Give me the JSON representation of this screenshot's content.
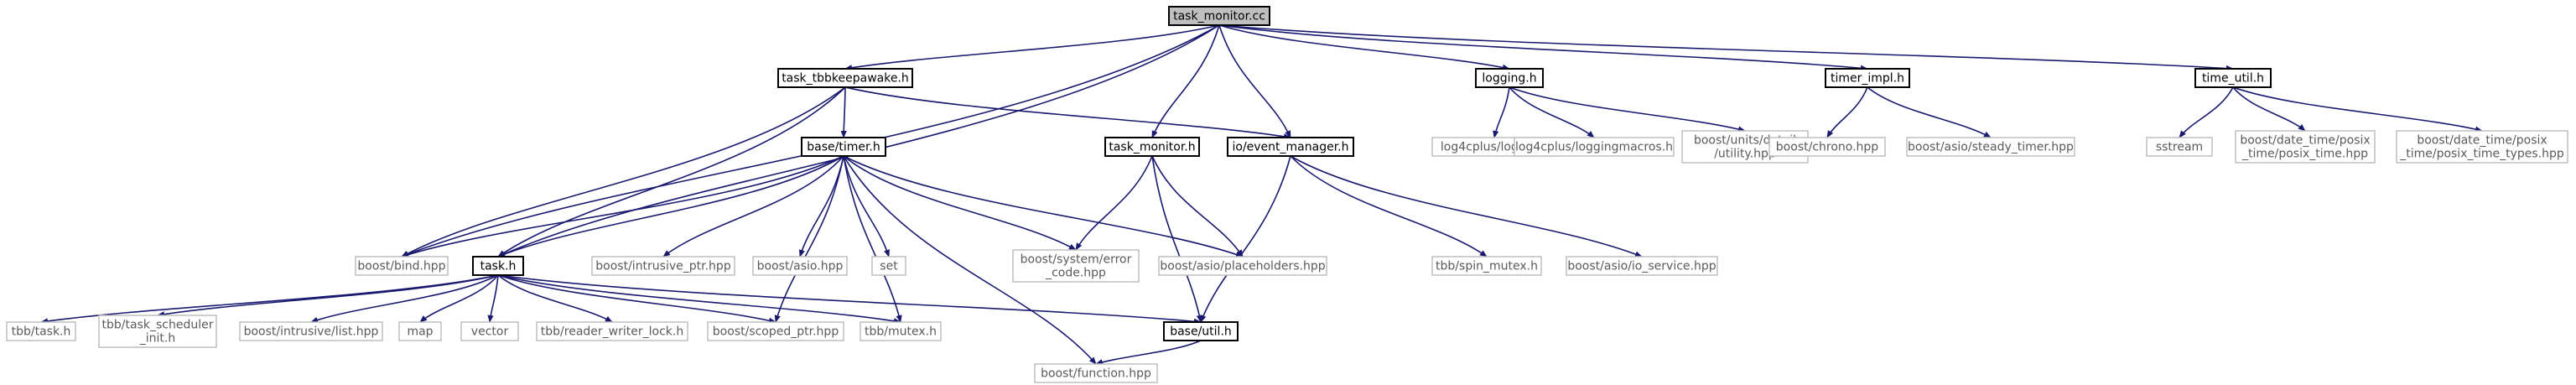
{
  "graph": {
    "edge_color": "#191970",
    "focus_fill": "#bfbfbf",
    "external_border": "#bfbfbf",
    "nodes": [
      {
        "id": "task_monitor_cc",
        "lines": [
          "task_monitor.cc"
        ],
        "kind": "focus"
      },
      {
        "id": "boost_bind",
        "lines": [
          "boost/bind.hpp"
        ],
        "kind": "external"
      },
      {
        "id": "task_h",
        "lines": [
          "task.h"
        ],
        "kind": "internal"
      },
      {
        "id": "task_tbbkeepawake_h",
        "lines": [
          "task_tbbkeepawake.h"
        ],
        "kind": "internal"
      },
      {
        "id": "base_timer_h",
        "lines": [
          "base/timer.h"
        ],
        "kind": "internal"
      },
      {
        "id": "io_event_manager_h",
        "lines": [
          "io/event_manager.h"
        ],
        "kind": "internal"
      },
      {
        "id": "task_monitor_h",
        "lines": [
          "task_monitor.h"
        ],
        "kind": "internal"
      },
      {
        "id": "logging_h",
        "lines": [
          "logging.h"
        ],
        "kind": "internal"
      },
      {
        "id": "timer_impl_h",
        "lines": [
          "timer_impl.h"
        ],
        "kind": "internal"
      },
      {
        "id": "time_util_h",
        "lines": [
          "time_util.h"
        ],
        "kind": "internal"
      },
      {
        "id": "tbb_task_h",
        "lines": [
          "tbb/task.h"
        ],
        "kind": "external"
      },
      {
        "id": "tbb_task_scheduler_init_h",
        "lines": [
          "tbb/task_scheduler",
          "_init.h"
        ],
        "kind": "external"
      },
      {
        "id": "boost_intrusive_list",
        "lines": [
          "boost/intrusive/list.hpp"
        ],
        "kind": "external"
      },
      {
        "id": "map",
        "lines": [
          "map"
        ],
        "kind": "external"
      },
      {
        "id": "vector",
        "lines": [
          "vector"
        ],
        "kind": "external"
      },
      {
        "id": "tbb_reader_writer_lock_h",
        "lines": [
          "tbb/reader_writer_lock.h"
        ],
        "kind": "external"
      },
      {
        "id": "boost_scoped_ptr",
        "lines": [
          "boost/scoped_ptr.hpp"
        ],
        "kind": "external"
      },
      {
        "id": "tbb_mutex_h",
        "lines": [
          "tbb/mutex.h"
        ],
        "kind": "external"
      },
      {
        "id": "base_util_h",
        "lines": [
          "base/util.h"
        ],
        "kind": "internal"
      },
      {
        "id": "boost_intrusive_ptr",
        "lines": [
          "boost/intrusive_ptr.hpp"
        ],
        "kind": "external"
      },
      {
        "id": "boost_asio",
        "lines": [
          "boost/asio.hpp"
        ],
        "kind": "external"
      },
      {
        "id": "set",
        "lines": [
          "set"
        ],
        "kind": "external"
      },
      {
        "id": "boost_system_error_code",
        "lines": [
          "boost/system/error",
          "_code.hpp"
        ],
        "kind": "external"
      },
      {
        "id": "boost_asio_placeholders",
        "lines": [
          "boost/asio/placeholders.hpp"
        ],
        "kind": "external"
      },
      {
        "id": "boost_function",
        "lines": [
          "boost/function.hpp"
        ],
        "kind": "external"
      },
      {
        "id": "tbb_spin_mutex_h",
        "lines": [
          "tbb/spin_mutex.h"
        ],
        "kind": "external"
      },
      {
        "id": "boost_asio_io_service",
        "lines": [
          "boost/asio/io_service.hpp"
        ],
        "kind": "external"
      },
      {
        "id": "log4cplus_logger_h",
        "lines": [
          "log4cplus/logger.h"
        ],
        "kind": "external"
      },
      {
        "id": "log4cplus_loggingmacros_h",
        "lines": [
          "log4cplus/loggingmacros.h"
        ],
        "kind": "external"
      },
      {
        "id": "boost_units_detail_utility",
        "lines": [
          "boost/units/detail",
          "/utility.hpp"
        ],
        "kind": "external"
      },
      {
        "id": "boost_chrono",
        "lines": [
          "boost/chrono.hpp"
        ],
        "kind": "external"
      },
      {
        "id": "boost_asio_steady_timer",
        "lines": [
          "boost/asio/steady_timer.hpp"
        ],
        "kind": "external"
      },
      {
        "id": "sstream",
        "lines": [
          "sstream"
        ],
        "kind": "external"
      },
      {
        "id": "boost_posix_time",
        "lines": [
          "boost/date_time/posix",
          "_time/posix_time.hpp"
        ],
        "kind": "external"
      },
      {
        "id": "boost_posix_time_types",
        "lines": [
          "boost/date_time/posix",
          "_time/posix_time_types.hpp"
        ],
        "kind": "external"
      }
    ],
    "edges": [
      [
        "task_monitor_cc",
        "boost_bind"
      ],
      [
        "task_monitor_cc",
        "task_h"
      ],
      [
        "task_monitor_cc",
        "task_tbbkeepawake_h"
      ],
      [
        "task_monitor_cc",
        "task_monitor_h"
      ],
      [
        "task_monitor_cc",
        "io_event_manager_h"
      ],
      [
        "task_monitor_cc",
        "logging_h"
      ],
      [
        "task_monitor_cc",
        "timer_impl_h"
      ],
      [
        "task_monitor_cc",
        "time_util_h"
      ],
      [
        "task_tbbkeepawake_h",
        "boost_bind"
      ],
      [
        "task_tbbkeepawake_h",
        "task_h"
      ],
      [
        "task_tbbkeepawake_h",
        "base_timer_h"
      ],
      [
        "task_tbbkeepawake_h",
        "io_event_manager_h"
      ],
      [
        "base_timer_h",
        "boost_bind"
      ],
      [
        "base_timer_h",
        "task_h"
      ],
      [
        "base_timer_h",
        "boost_intrusive_ptr"
      ],
      [
        "base_timer_h",
        "boost_asio"
      ],
      [
        "base_timer_h",
        "set"
      ],
      [
        "base_timer_h",
        "boost_system_error_code"
      ],
      [
        "base_timer_h",
        "boost_asio_placeholders"
      ],
      [
        "base_timer_h",
        "boost_scoped_ptr"
      ],
      [
        "base_timer_h",
        "tbb_mutex_h"
      ],
      [
        "base_timer_h",
        "boost_function"
      ],
      [
        "task_h",
        "tbb_task_h"
      ],
      [
        "task_h",
        "tbb_task_scheduler_init_h"
      ],
      [
        "task_h",
        "boost_intrusive_list"
      ],
      [
        "task_h",
        "map"
      ],
      [
        "task_h",
        "vector"
      ],
      [
        "task_h",
        "tbb_reader_writer_lock_h"
      ],
      [
        "task_h",
        "boost_scoped_ptr"
      ],
      [
        "task_h",
        "tbb_mutex_h"
      ],
      [
        "task_h",
        "base_util_h"
      ],
      [
        "base_util_h",
        "boost_function"
      ],
      [
        "task_monitor_h",
        "boost_system_error_code"
      ],
      [
        "task_monitor_h",
        "boost_asio_placeholders"
      ],
      [
        "task_monitor_h",
        "base_util_h"
      ],
      [
        "io_event_manager_h",
        "base_util_h"
      ],
      [
        "io_event_manager_h",
        "tbb_spin_mutex_h"
      ],
      [
        "io_event_manager_h",
        "boost_asio_io_service"
      ],
      [
        "logging_h",
        "log4cplus_logger_h"
      ],
      [
        "logging_h",
        "log4cplus_loggingmacros_h"
      ],
      [
        "logging_h",
        "boost_units_detail_utility"
      ],
      [
        "timer_impl_h",
        "boost_chrono"
      ],
      [
        "timer_impl_h",
        "boost_asio_steady_timer"
      ],
      [
        "time_util_h",
        "sstream"
      ],
      [
        "time_util_h",
        "boost_posix_time"
      ],
      [
        "time_util_h",
        "boost_posix_time_types"
      ]
    ]
  }
}
